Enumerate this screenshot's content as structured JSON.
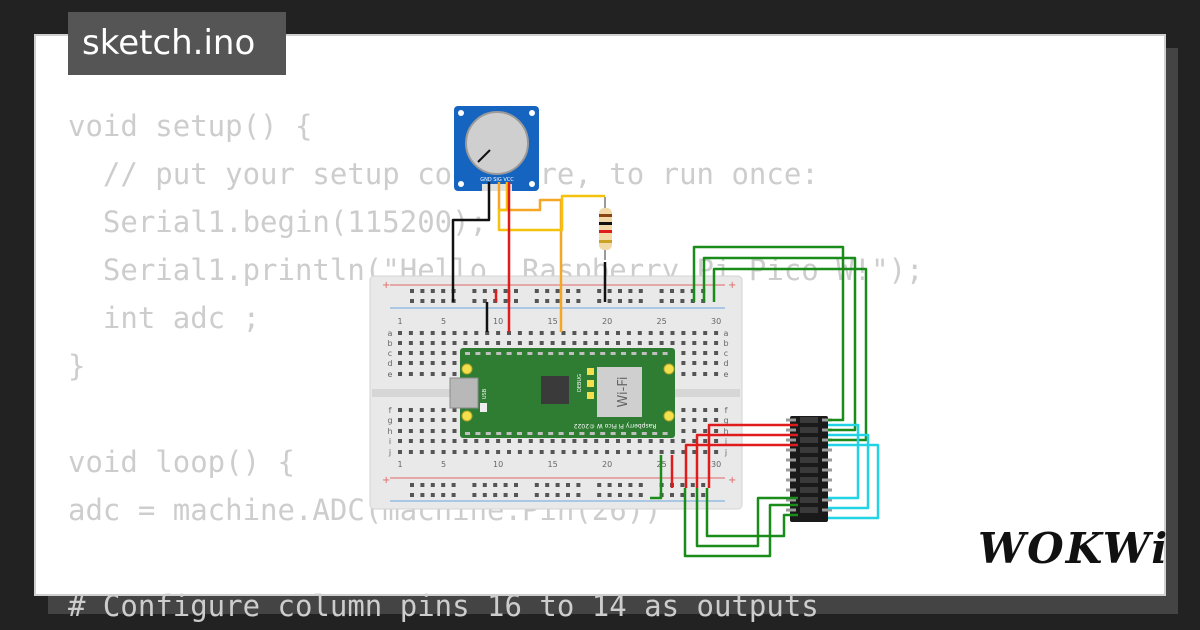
{
  "window": {
    "tab_label": "sketch.ino"
  },
  "code_lines": [
    "void setup() {",
    "  // put your setup code here, to run once:",
    "  Serial1.begin(115200);",
    "  Serial1.println(\"Hello, Raspberry Pi Pico W!\");",
    "  int adc ;",
    "}",
    "",
    "void loop() {",
    "adc = machine.ADC(machine.Pin(26))",
    "",
    "# Configure column pins 16 to 14 as outputs"
  ],
  "breadboard": {
    "column_numbers": [
      "1",
      "5",
      "10",
      "15",
      "20",
      "25",
      "30"
    ],
    "row_letters_top": [
      "a",
      "b",
      "c",
      "d",
      "e"
    ],
    "row_letters_bottom": [
      "f",
      "g",
      "h",
      "i",
      "j"
    ]
  },
  "pico": {
    "wifi_label": "Wi-Fi",
    "board_label": "Raspberry Pi Pico W ©2022",
    "debug_label": "DEBUG",
    "usb_label": "USB"
  },
  "potentiometer": {
    "pin_labels": "GND SIG VCC"
  },
  "logo": {
    "text": "WOKWi"
  },
  "colors": {
    "background": "#222222",
    "card": "#ffffff",
    "code_text": "#cdcdcd",
    "tab_bg": "#555555",
    "breadboard": "#e9e9e9",
    "pico_green": "#2e7d32",
    "pot_blue": "#1565c0",
    "wire_red": "#e01b1b",
    "wire_black": "#111111",
    "wire_yellow": "#f4c20d",
    "wire_orange": "#f5a623",
    "wire_green": "#1a8c1a",
    "wire_cyan": "#22d3e6",
    "keypad": "#1a1a1a"
  }
}
